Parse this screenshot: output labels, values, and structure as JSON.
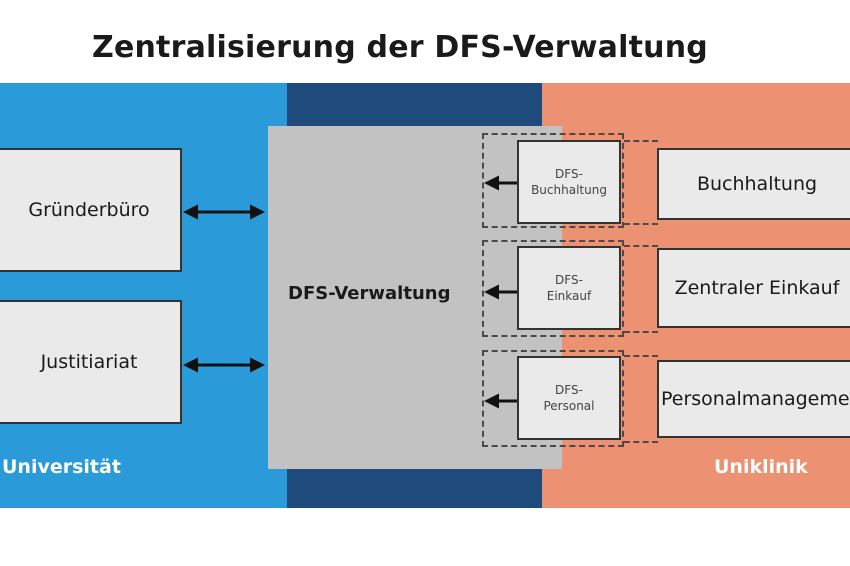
{
  "title": "Zentralisierung der DFS-Verwaltung",
  "colors": {
    "universitaet_band": "#2a9ad8",
    "middle_band": "#1e4a7c",
    "uniklinik_band": "#ec9272",
    "dfs_panel": "#c2c2c2",
    "box_fill": "#eaeaea",
    "box_border": "#333333",
    "label_text": "#ffffff"
  },
  "zones": {
    "left_label": "Universität",
    "right_label": "Uniklinik"
  },
  "universitaet_boxes": [
    "Gründerbüro",
    "Justitiariat"
  ],
  "dfs_verwaltung": {
    "label": "DFS-Verwaltung",
    "sub_units": [
      "DFS-\nBuchhaltung",
      "DFS-\nEinkauf",
      "DFS-\nPersonal"
    ]
  },
  "uniklinik_boxes": [
    "Buchhaltung",
    "Zentraler Einkauf",
    "Personalmanagement"
  ]
}
